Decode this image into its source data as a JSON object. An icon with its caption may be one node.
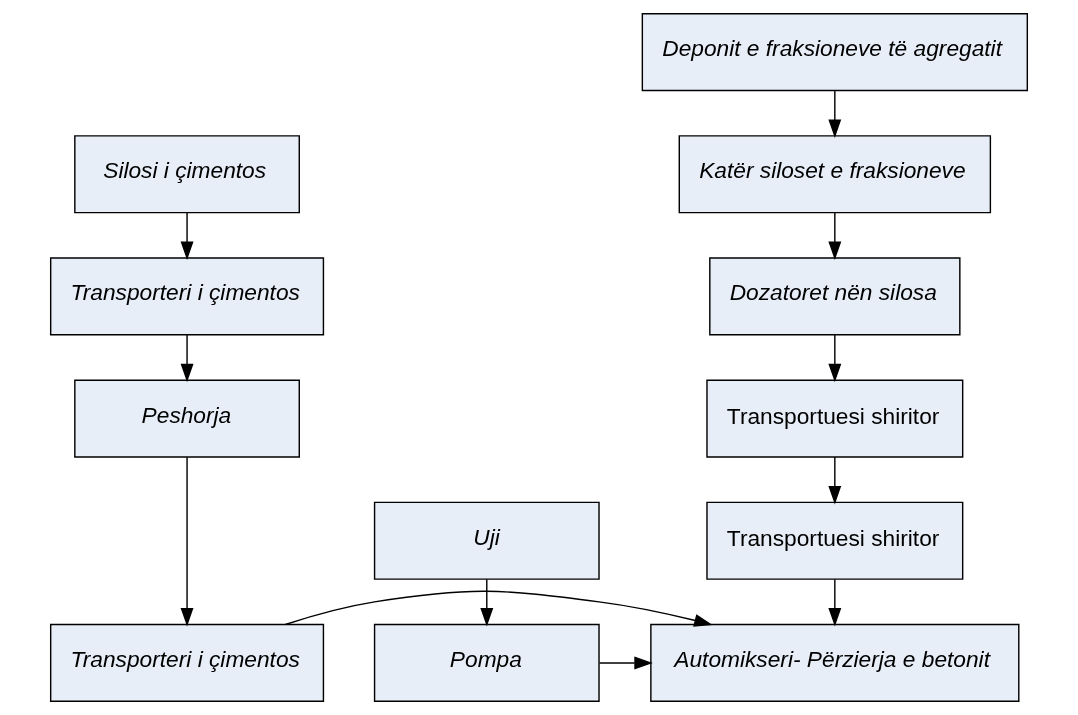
{
  "diagram": {
    "nodes": [
      {
        "text": [
          "Deponit e fraksioneve të agregatit"
        ]
      },
      {
        "text": [
          "Katër siloset e fraksioneve"
        ]
      },
      {
        "text": [
          "Silosi i çimentos"
        ]
      },
      {
        "text": [
          "Dozatoret nën silosa"
        ]
      },
      {
        "text": [
          "Transporteri i çimentos"
        ]
      },
      {
        "text": [
          "Transportuesi shiritor"
        ]
      },
      {
        "text": [
          "Peshorja"
        ]
      },
      {
        "text": [
          "Transportuesi shiritor"
        ]
      },
      {
        "text": [
          "Uji"
        ]
      },
      {
        "text": [
          "Transporteri i çimentos"
        ]
      },
      {
        "text": [
          "Automikseri- Përzierja e betonit"
        ]
      },
      {
        "text": [
          "Pompa"
        ]
      }
    ],
    "edges": [
      {
        "from": 0,
        "to": 1,
        "arrow": "to"
      },
      {
        "from": 1,
        "to": 3,
        "arrow": "to"
      },
      {
        "from": 3,
        "to": 5,
        "arrow": "to"
      },
      {
        "from": 5,
        "to": 7,
        "arrow": "to"
      },
      {
        "from": 7,
        "to": 10,
        "arrow": "to"
      },
      {
        "from": 2,
        "to": 4,
        "arrow": "to"
      },
      {
        "from": 4,
        "to": 6,
        "arrow": "to"
      },
      {
        "from": 6,
        "to": 9,
        "arrow": "to"
      },
      {
        "from": 9,
        "to": 10,
        "arrow": "to"
      },
      {
        "from": 8,
        "to": 11,
        "arrow": "to"
      },
      {
        "from": 11,
        "to": 10,
        "arrow": "to"
      }
    ]
  }
}
